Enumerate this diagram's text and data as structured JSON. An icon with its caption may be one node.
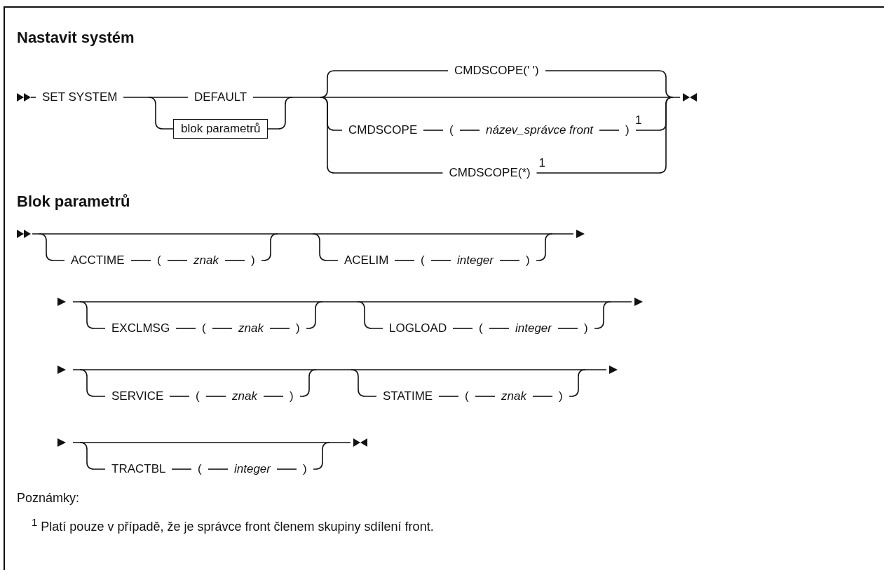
{
  "diagram": {
    "nodes": [
      {
        "text": [
          "blok parametrů"
        ]
      }
    ],
    "labels": [
      "Nastavit systém",
      "SET SYSTEM",
      "DEFAULT",
      "CMDSCOPE(' ')",
      "CMDSCOPE",
      "(",
      "název_správce front",
      ")",
      "1",
      "CMDSCOPE(*)",
      "1",
      "Blok parametrů",
      "ACCTIME",
      "(",
      "znak",
      ")",
      "ACELIM",
      "(",
      "integer",
      ")",
      "EXCLMSG",
      "(",
      "znak",
      ")",
      "LOGLOAD",
      "(",
      "integer",
      ")",
      "SERVICE",
      "(",
      "znak",
      ")",
      "STATIME",
      "(",
      "znak",
      ")",
      "TRACTBL",
      "(",
      "integer",
      ")",
      "Poznámky:",
      "$^{1}$ Platí pouze v případě, že je správce front členem skupiny sdílení front."
    ]
  }
}
